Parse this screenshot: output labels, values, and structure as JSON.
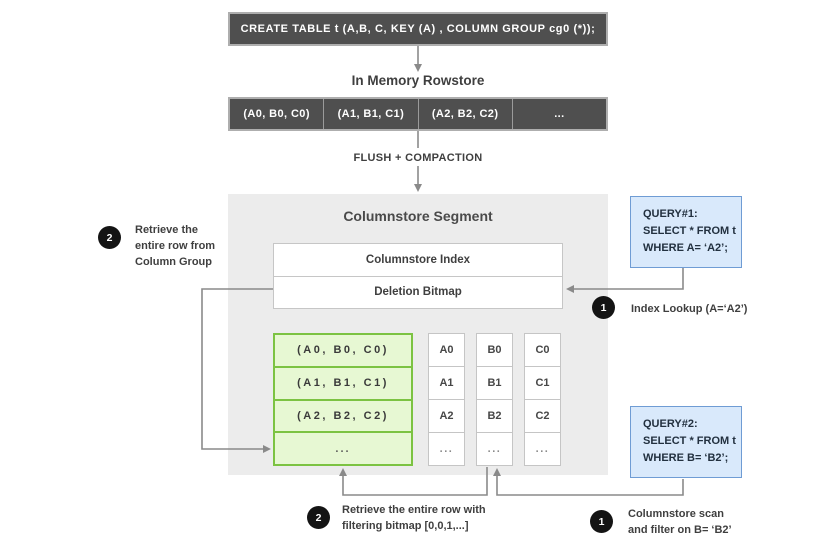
{
  "create_table": {
    "sql": "CREATE TABLE  t (A,B, C, KEY (A) , COLUMN GROUP cg0 (*));"
  },
  "rowstore": {
    "title": "In Memory Rowstore",
    "cells": [
      "(A0, B0, C0)",
      "(A1, B1, C1)",
      "(A2, B2, C2)",
      "..."
    ]
  },
  "flush_label": "FLUSH + COMPACTION",
  "segment": {
    "title": "Columnstore Segment",
    "index_label": "Columnstore Index",
    "bitmap_label": "Deletion Bitmap",
    "column_group": {
      "rows": [
        "(A0, B0, C0)",
        "(A1, B1, C1)",
        "(A2, B2, C2)",
        "..."
      ]
    },
    "col_a": {
      "cells": [
        "A0",
        "A1",
        "A2",
        "..."
      ]
    },
    "col_b": {
      "cells": [
        "B0",
        "B1",
        "B2",
        "..."
      ]
    },
    "col_c": {
      "cells": [
        "C0",
        "C1",
        "C2",
        "..."
      ]
    }
  },
  "query1": {
    "line1": "QUERY#1:",
    "line2": "SELECT * FROM t",
    "line3": "WHERE A= ‘A2’;"
  },
  "query2": {
    "line1": "QUERY#2:",
    "line2": "SELECT * FROM t",
    "line3": "WHERE B= ‘B2’;"
  },
  "annotations": {
    "step2_top": {
      "num": "2",
      "line1": "Retrieve the",
      "line2": "entire row from",
      "line3": "Column Group"
    },
    "step1_top": {
      "num": "1",
      "text": "Index Lookup (A=‘A2’)"
    },
    "step2_bottom": {
      "num": "2",
      "line1": "Retrieve the entire row with",
      "line2": "filtering bitmap [0,0,1,...]"
    },
    "step1_bottom": {
      "num": "1",
      "line1": "Columnstore scan",
      "line2": "and filter on B= ‘B2’"
    }
  },
  "colors": {
    "bar_fill": "#4f4f4f",
    "segment_bg": "#ececec",
    "green_fill": "#e7f8d3",
    "green_border": "#7cc342",
    "blue_fill": "#d9e9fb",
    "blue_border": "#6f9cd4",
    "wire": "#8a8a8a",
    "badge": "#141414"
  }
}
